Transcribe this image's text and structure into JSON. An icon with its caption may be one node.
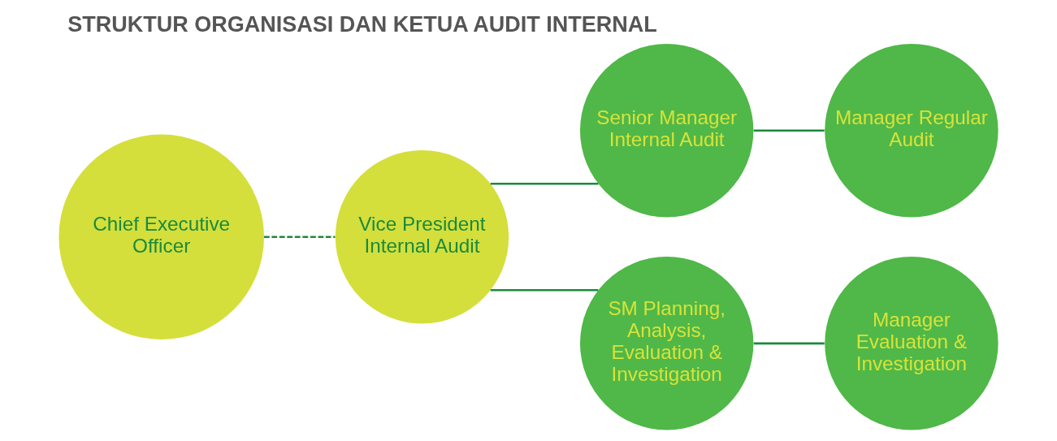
{
  "diagram": {
    "title": "STRUKTUR ORGANISASI DAN KETUA AUDIT INTERNAL",
    "nodes": [
      {
        "text": [
          "Chief Executive Officer"
        ]
      },
      {
        "text": [
          "Vice President Internal Audit"
        ]
      },
      {
        "text": [
          "Senior Manager Internal Audit"
        ]
      },
      {
        "text": [
          "Manager Regular Audit"
        ]
      },
      {
        "text": [
          "SM Planning, Analysis, Evaluation & Investigation"
        ]
      },
      {
        "text": [
          "Manager Evaluation & Investigation"
        ]
      }
    ],
    "edges": [
      {
        "from": 0,
        "to": 1,
        "arrow": "none",
        "style": "dashed"
      },
      {
        "from": 1,
        "to": 2,
        "arrow": "none"
      },
      {
        "from": 1,
        "to": 4,
        "arrow": "none"
      },
      {
        "from": 2,
        "to": 3,
        "arrow": "none"
      },
      {
        "from": 4,
        "to": 5,
        "arrow": "none"
      }
    ]
  }
}
